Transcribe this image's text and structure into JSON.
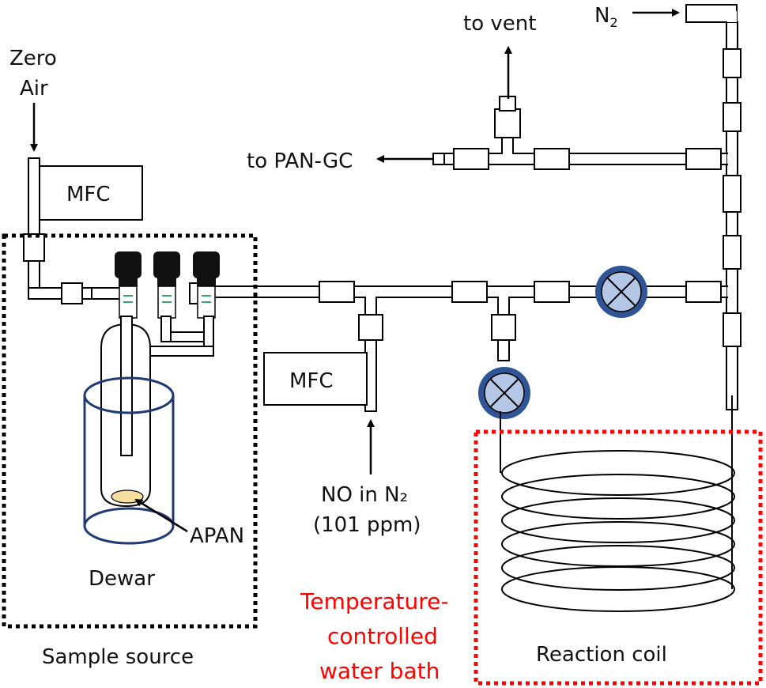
{
  "labels": {
    "zero_air_1": "Zero",
    "zero_air_2": "Air",
    "mfc_top": "MFC",
    "mfc_mid": "MFC",
    "to_vent": "to vent",
    "n2_main": "N",
    "n2_sub": "2",
    "to_pan_gc": "to PAN-GC",
    "no_in_n2": "NO in N₂",
    "no_ppm": "(101 ppm)",
    "apan": "APAN",
    "dewar": "Dewar",
    "sample_source": "Sample source",
    "temp_1": "Temperature-",
    "temp_2": "controlled",
    "temp_3": "water bath",
    "reaction_coil": "Reaction coil"
  },
  "colors": {
    "line": "#000000",
    "valve_fill": "#b4c7e7",
    "valve_ring": "#2f5597",
    "dewar": "#1f3a73",
    "apan_fill": "#f6df9e",
    "water_bath_border": "#ff0000",
    "water_bath_text": "#ff0000",
    "sample_box_border": "#000000",
    "flow_meter_accent": "#3aa66a"
  },
  "icons": {
    "valve": "valve-icon",
    "flow_meter": "flow-meter-icon",
    "coil": "coil-icon"
  }
}
